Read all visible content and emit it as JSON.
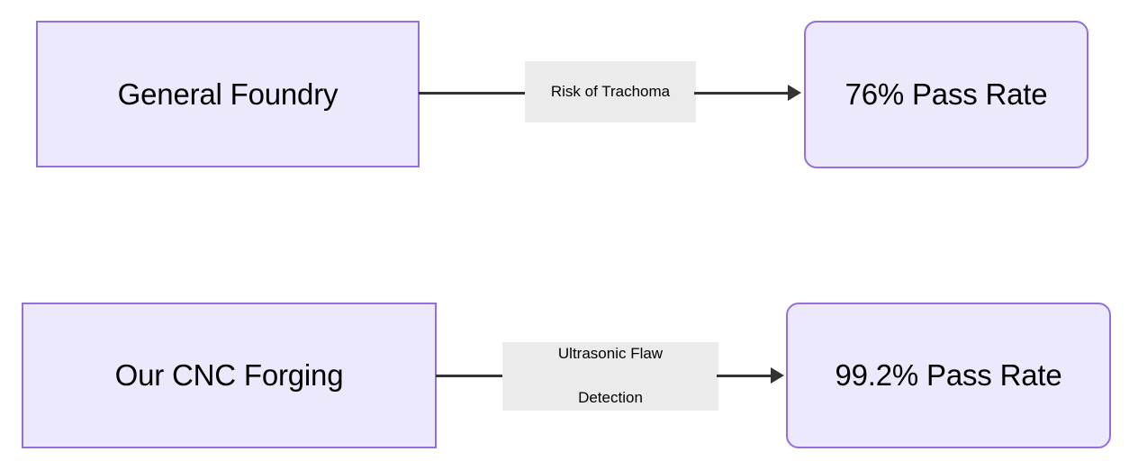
{
  "diagram": {
    "type": "flowchart",
    "direction": "left-to-right",
    "background_color": "#ffffff",
    "node_fill_color": "#ece9fc",
    "node_border_color": "#9370db",
    "edge_color": "#333333",
    "edge_label_background": "#ebebeb",
    "nodes": [
      {
        "id": "n1",
        "label": "General Foundry",
        "shape": "rectangle",
        "row": 1,
        "position": "left"
      },
      {
        "id": "n2",
        "label": "76% Pass Rate",
        "shape": "rounded-rectangle",
        "row": 1,
        "position": "right"
      },
      {
        "id": "n3",
        "label": "Our CNC Forging",
        "shape": "rectangle",
        "row": 2,
        "position": "left"
      },
      {
        "id": "n4",
        "label": "99.2% Pass Rate",
        "shape": "rounded-rectangle",
        "row": 2,
        "position": "right"
      }
    ],
    "edges": [
      {
        "id": "e1",
        "from": "n1",
        "to": "n2",
        "label": "Risk of Trachoma",
        "label_line1": "Risk of Trachoma",
        "label_line2": "",
        "arrow": "end"
      },
      {
        "id": "e2",
        "from": "n3",
        "to": "n4",
        "label": "Ultrasonic Flaw Detection",
        "label_line1": "Ultrasonic Flaw",
        "label_line2": "Detection",
        "arrow": "end"
      }
    ]
  }
}
